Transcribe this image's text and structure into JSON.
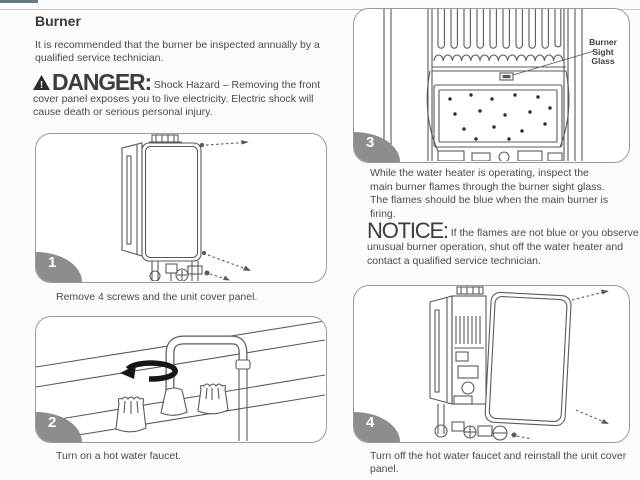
{
  "header": {
    "title": "Burner",
    "intro": "It is recommended that the burner be inspected annually by a qualified service technician."
  },
  "danger": {
    "label": "DANGER:",
    "body": "Shock Hazard – Removing the front cover panel exposes you to live electricity. Electric shock will cause death or serious personal injury."
  },
  "step3": {
    "body": "While the water heater is operating, inspect the main burner flames through the burner sight glass. The flames should be blue when the main burner is firing."
  },
  "notice": {
    "label": "NOTICE:",
    "body": "If the flames are not blue or you observe unusual burner operation, shut off the water heater and contact a qualified service technician."
  },
  "figures": [
    {
      "number": "1",
      "caption": "Remove 4 screws and the unit cover panel."
    },
    {
      "number": "2",
      "caption": "Turn on a hot water faucet."
    },
    {
      "number": "3",
      "caption": ""
    },
    {
      "number": "4",
      "caption": "Turn off the hot water faucet and reinstall the unit cover panel."
    }
  ],
  "figure3_callout": {
    "lines": [
      "Burner",
      "Sight",
      "Glass"
    ]
  },
  "colors": {
    "badge": "#8d8d8d",
    "figure_border": "#9b9b9b",
    "text": "#464646",
    "line_art": "#5a5a5a"
  }
}
